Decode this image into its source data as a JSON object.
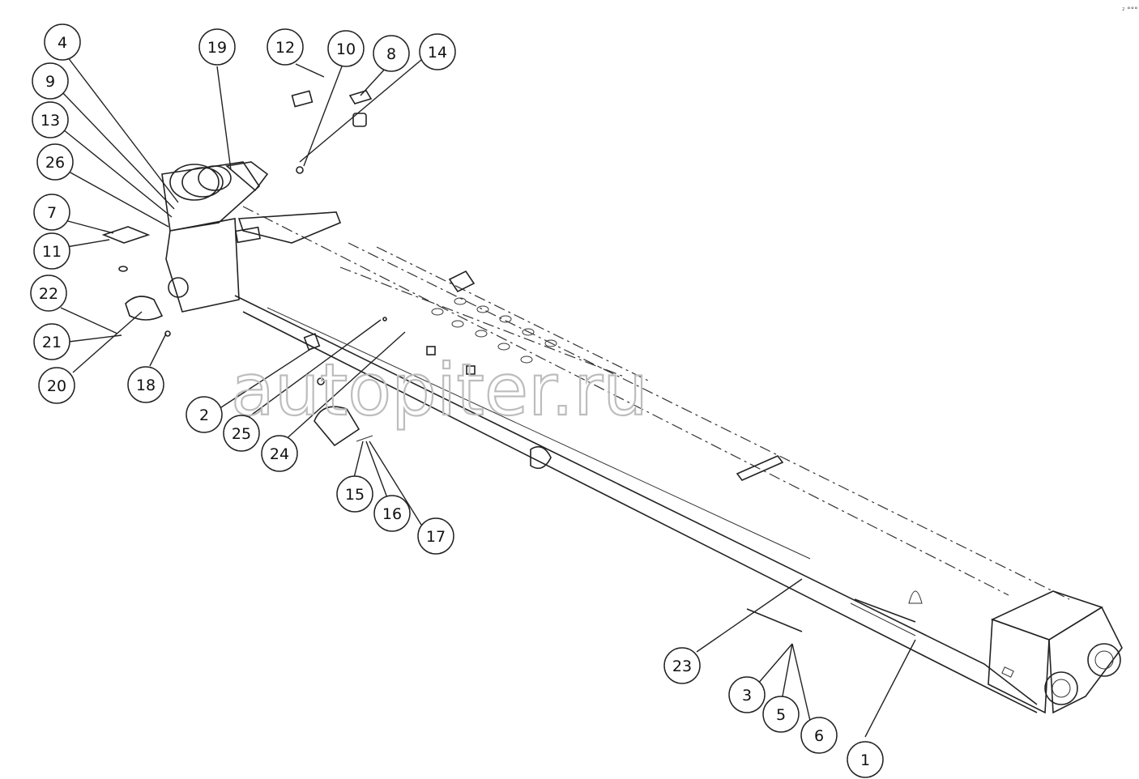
{
  "watermark": {
    "text": "autopiter.ru"
  },
  "corner_mark": "⁲ °°°",
  "callouts": [
    {
      "id": "c4",
      "label": "4"
    },
    {
      "id": "c9",
      "label": "9"
    },
    {
      "id": "c13",
      "label": "13"
    },
    {
      "id": "c26",
      "label": "26"
    },
    {
      "id": "c7",
      "label": "7"
    },
    {
      "id": "c11",
      "label": "11"
    },
    {
      "id": "c22",
      "label": "22"
    },
    {
      "id": "c21",
      "label": "21"
    },
    {
      "id": "c20",
      "label": "20"
    },
    {
      "id": "c18",
      "label": "18"
    },
    {
      "id": "c19",
      "label": "19"
    },
    {
      "id": "c12",
      "label": "12"
    },
    {
      "id": "c10",
      "label": "10"
    },
    {
      "id": "c8",
      "label": "8"
    },
    {
      "id": "c14",
      "label": "14"
    },
    {
      "id": "c2",
      "label": "2"
    },
    {
      "id": "c25",
      "label": "25"
    },
    {
      "id": "c24",
      "label": "24"
    },
    {
      "id": "c15",
      "label": "15"
    },
    {
      "id": "c16",
      "label": "16"
    },
    {
      "id": "c17",
      "label": "17"
    },
    {
      "id": "c23",
      "label": "23"
    },
    {
      "id": "c3",
      "label": "3"
    },
    {
      "id": "c5",
      "label": "5"
    },
    {
      "id": "c6",
      "label": "6"
    },
    {
      "id": "c1",
      "label": "1"
    }
  ]
}
